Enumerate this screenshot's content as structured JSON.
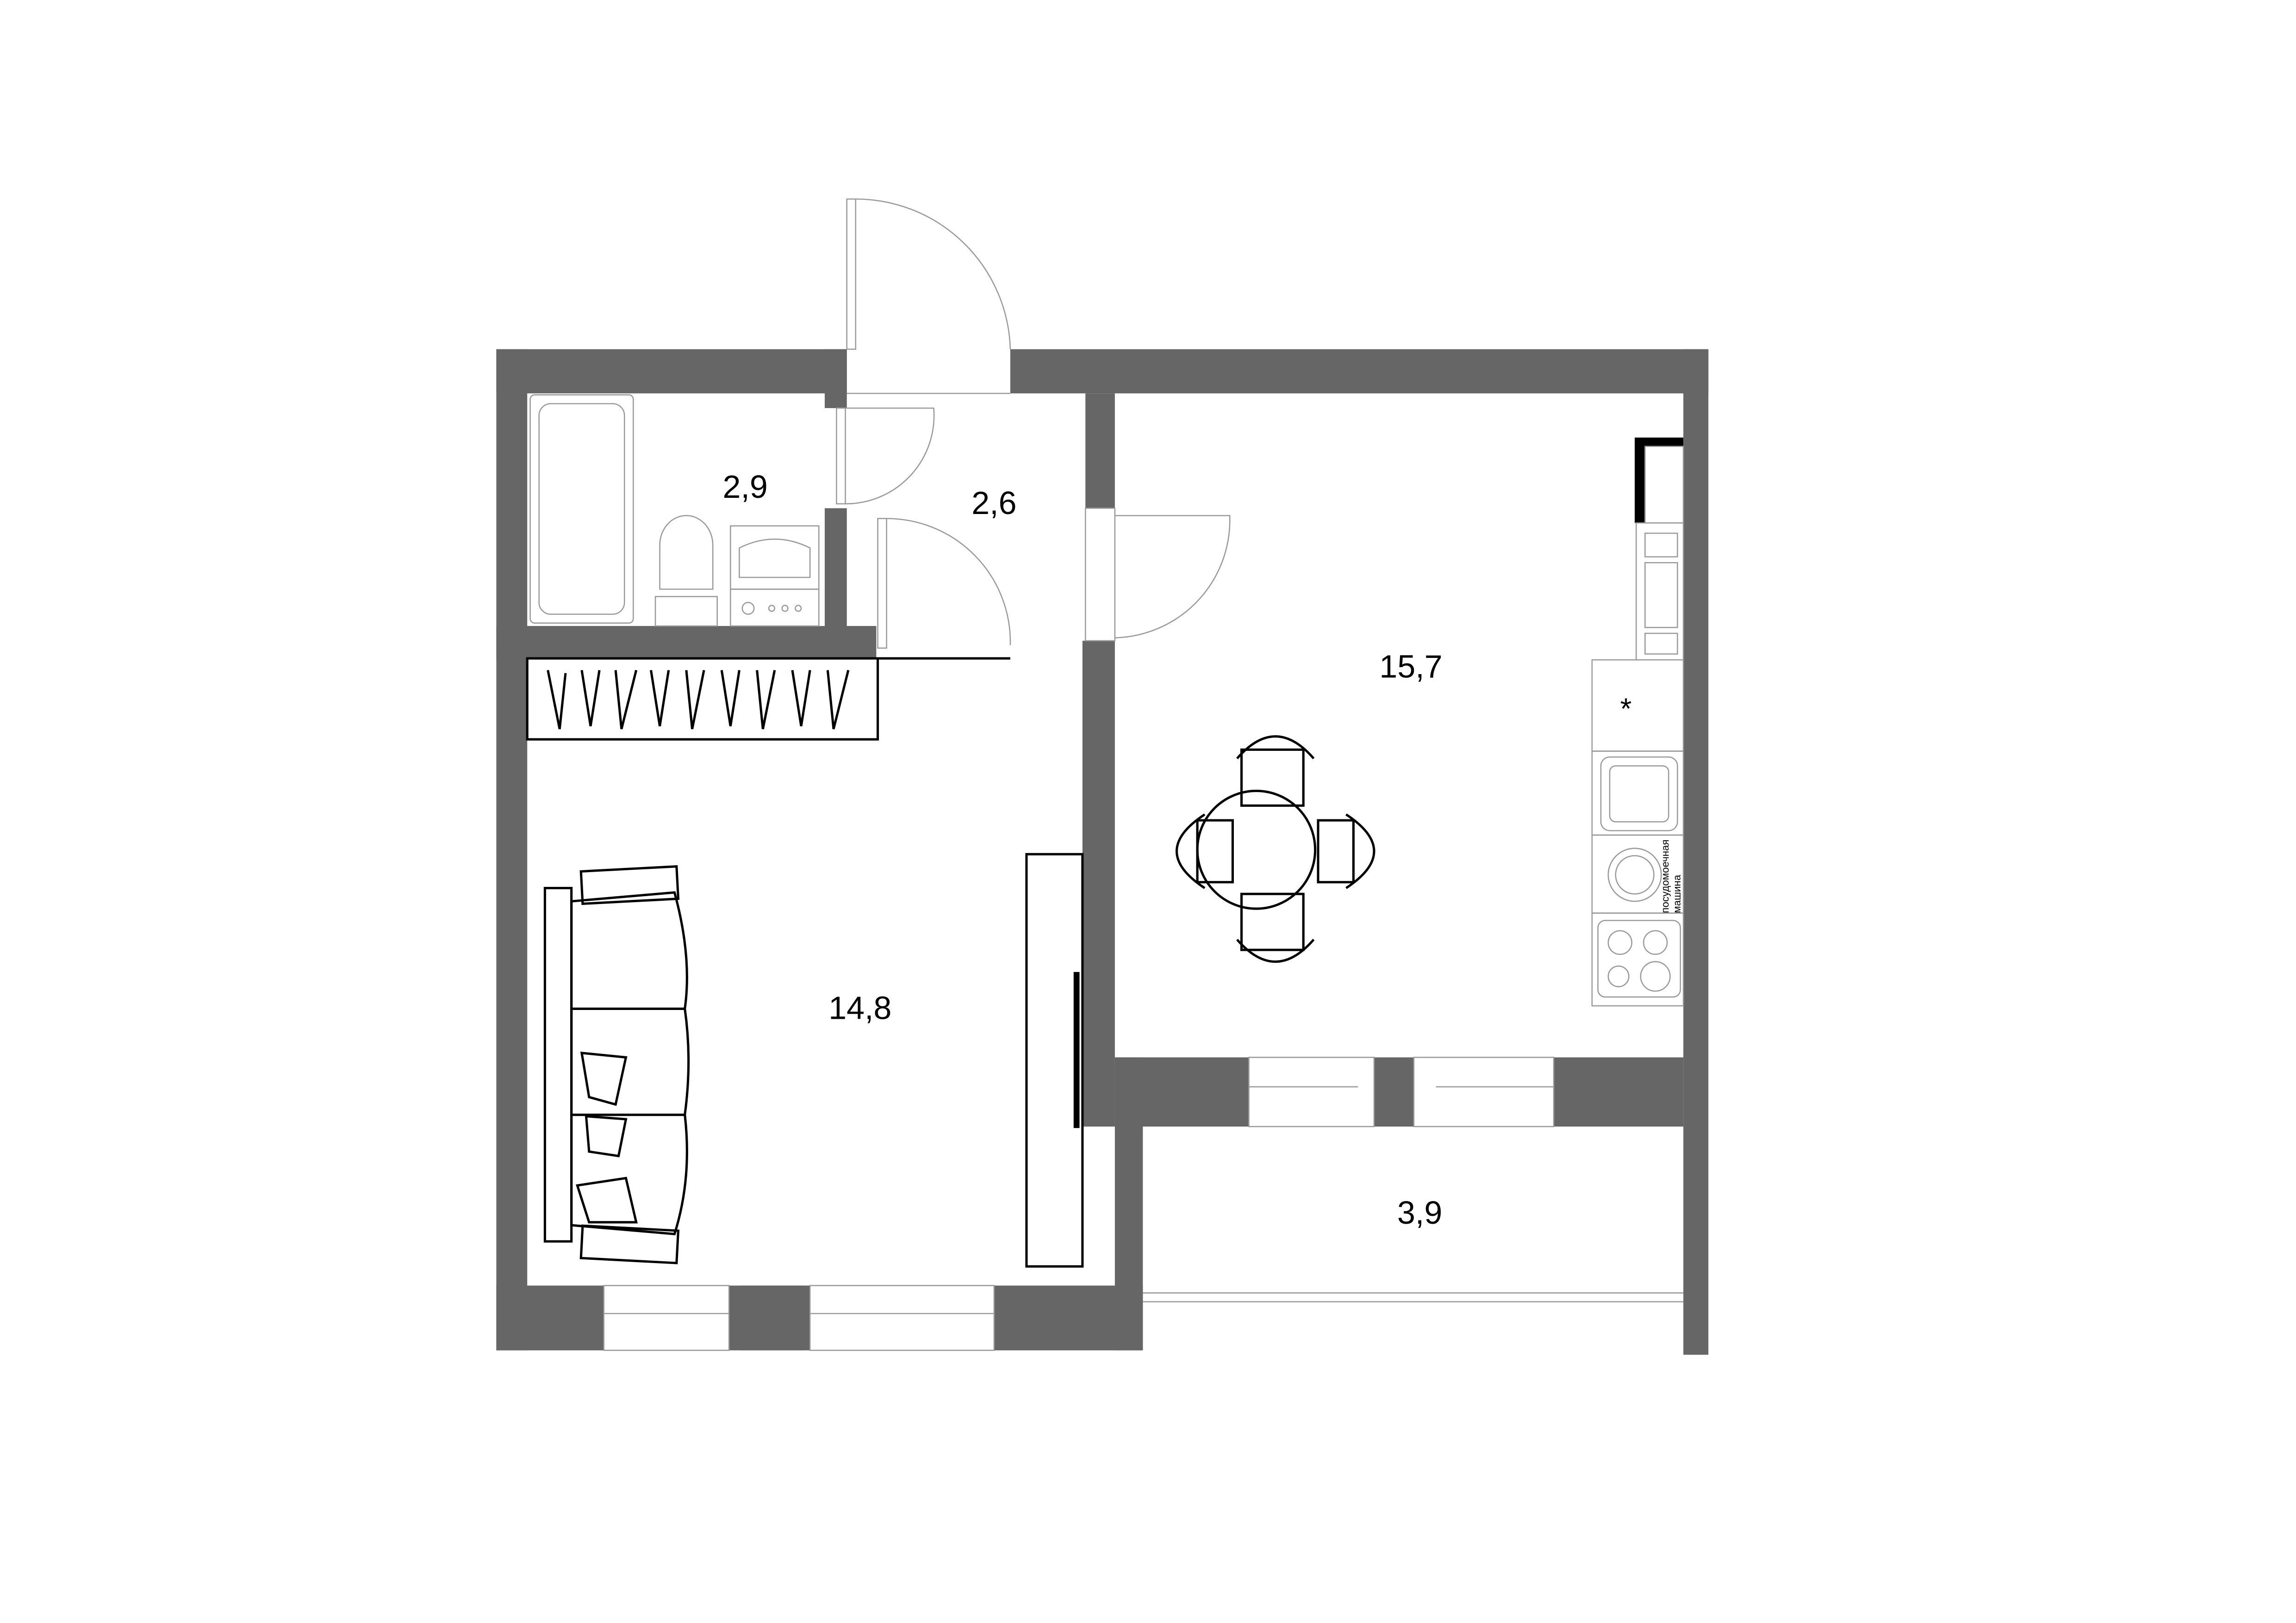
{
  "rooms": [
    {
      "id": "bathroom",
      "area": "2,9"
    },
    {
      "id": "hallway",
      "area": "2,6"
    },
    {
      "id": "kitchen",
      "area": "15,7"
    },
    {
      "id": "living-room",
      "area": "14,8"
    },
    {
      "id": "balcony",
      "area": "3,9"
    }
  ],
  "annotations": {
    "asterisk": "*",
    "dishwasher_line1": "посудомоечная",
    "dishwasher_line2": "машина"
  },
  "colors": {
    "wall": "#666666",
    "line": "#000000",
    "background": "#ffffff"
  }
}
